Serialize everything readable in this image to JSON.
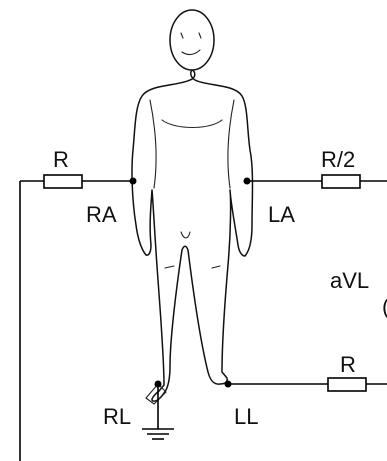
{
  "labels": {
    "resistor_right_arm": "R",
    "resistor_left_arm": "R/2",
    "resistor_left_leg": "R",
    "right_arm": "RA",
    "left_arm": "LA",
    "right_leg": "RL",
    "left_leg": "LL",
    "lead": "aVL",
    "lead_partial_glyph": "("
  },
  "colors": {
    "line": "#000000",
    "background": "#ffffff"
  }
}
